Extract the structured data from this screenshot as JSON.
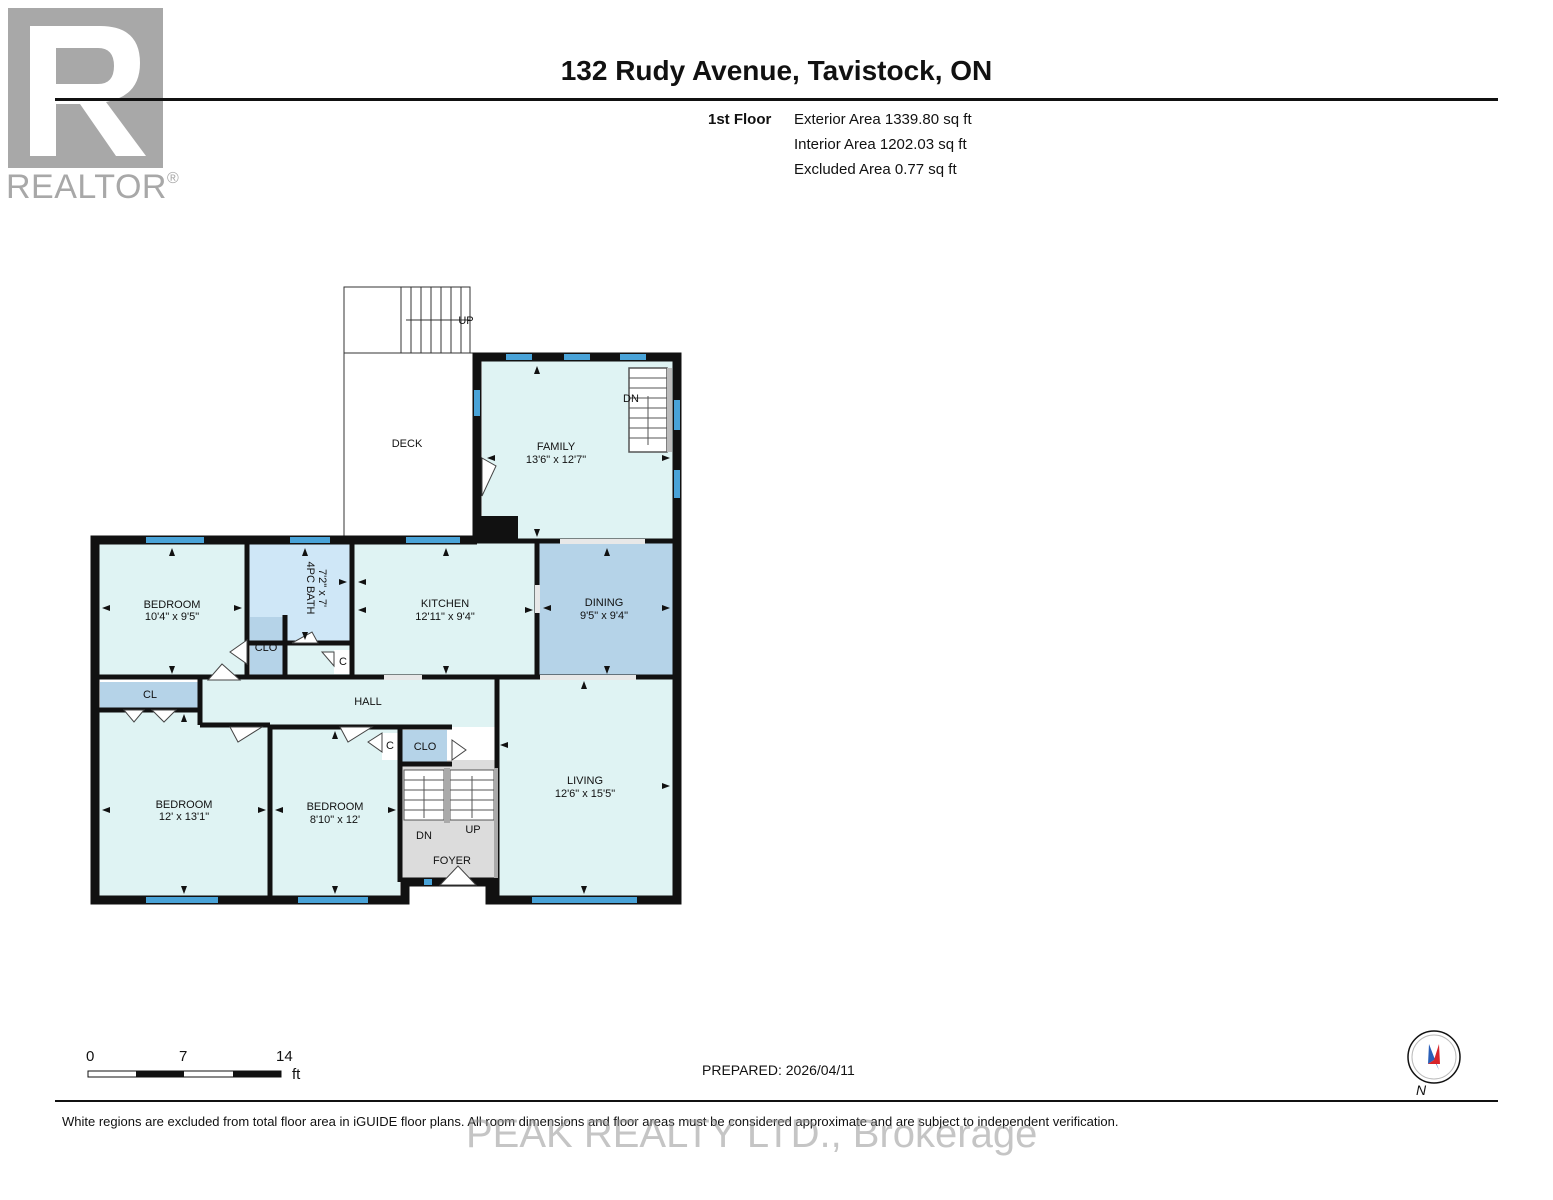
{
  "header": {
    "logo_text": "REALTOR",
    "logo_mark": "®",
    "title": "132 Rudy Avenue, Tavistock, ON"
  },
  "areas": {
    "floor": "1st Floor",
    "exterior": "Exterior Area 1339.80 sq ft",
    "interior": "Interior Area 1202.03 sq ft",
    "excluded": "Excluded Area 0.77 sq ft"
  },
  "rooms": {
    "deck": "DECK",
    "family": {
      "name": "FAMILY",
      "dims": "13'6\" x 12'7\""
    },
    "bedroom_nw": {
      "name": "BEDROOM",
      "dims": "10'4\" x 9'5\""
    },
    "bath": {
      "name": "4PC BATH",
      "dims": "7'2\" x 7'"
    },
    "kitchen": {
      "name": "KITCHEN",
      "dims": "12'11\" x 9'4\""
    },
    "dining": {
      "name": "DINING",
      "dims": "9'5\" x 9'4\""
    },
    "hall": "HALL",
    "bedroom_sw": {
      "name": "BEDROOM",
      "dims": "12' x 13'1\""
    },
    "bedroom_s": {
      "name": "BEDROOM",
      "dims": "8'10\" x 12'"
    },
    "living": {
      "name": "LIVING",
      "dims": "12'6\" x 15'5\""
    },
    "foyer": "FOYER",
    "clo1": "CLO",
    "clo2": "CLO",
    "cl": "CL",
    "c1": "C",
    "c2": "C"
  },
  "stairs": {
    "up_top": "UP",
    "dn_family": "DN",
    "dn_foyer": "DN",
    "up_foyer": "UP"
  },
  "colors": {
    "wall": "#111111",
    "room_fill": "#dff3f3",
    "bath_fill": "#cfe7f7",
    "dining_fill": "#b5d3e8",
    "closet_fill": "#b5d3e8",
    "window": "#49a3d8",
    "foyer_fill": "#dcdcdc"
  },
  "scale": {
    "t0": "0",
    "t1": "7",
    "t2": "14",
    "unit": "ft"
  },
  "prepared": "PREPARED: 2026/04/11",
  "disclaimer": "White regions are excluded from total floor area in iGUIDE floor plans. All room dimensions and floor areas must be considered approximate and are subject to independent verification.",
  "watermark": "PEAK REALTY LTD., Brokerage",
  "compass": {
    "letter": "N",
    "icon": "compass-icon"
  }
}
